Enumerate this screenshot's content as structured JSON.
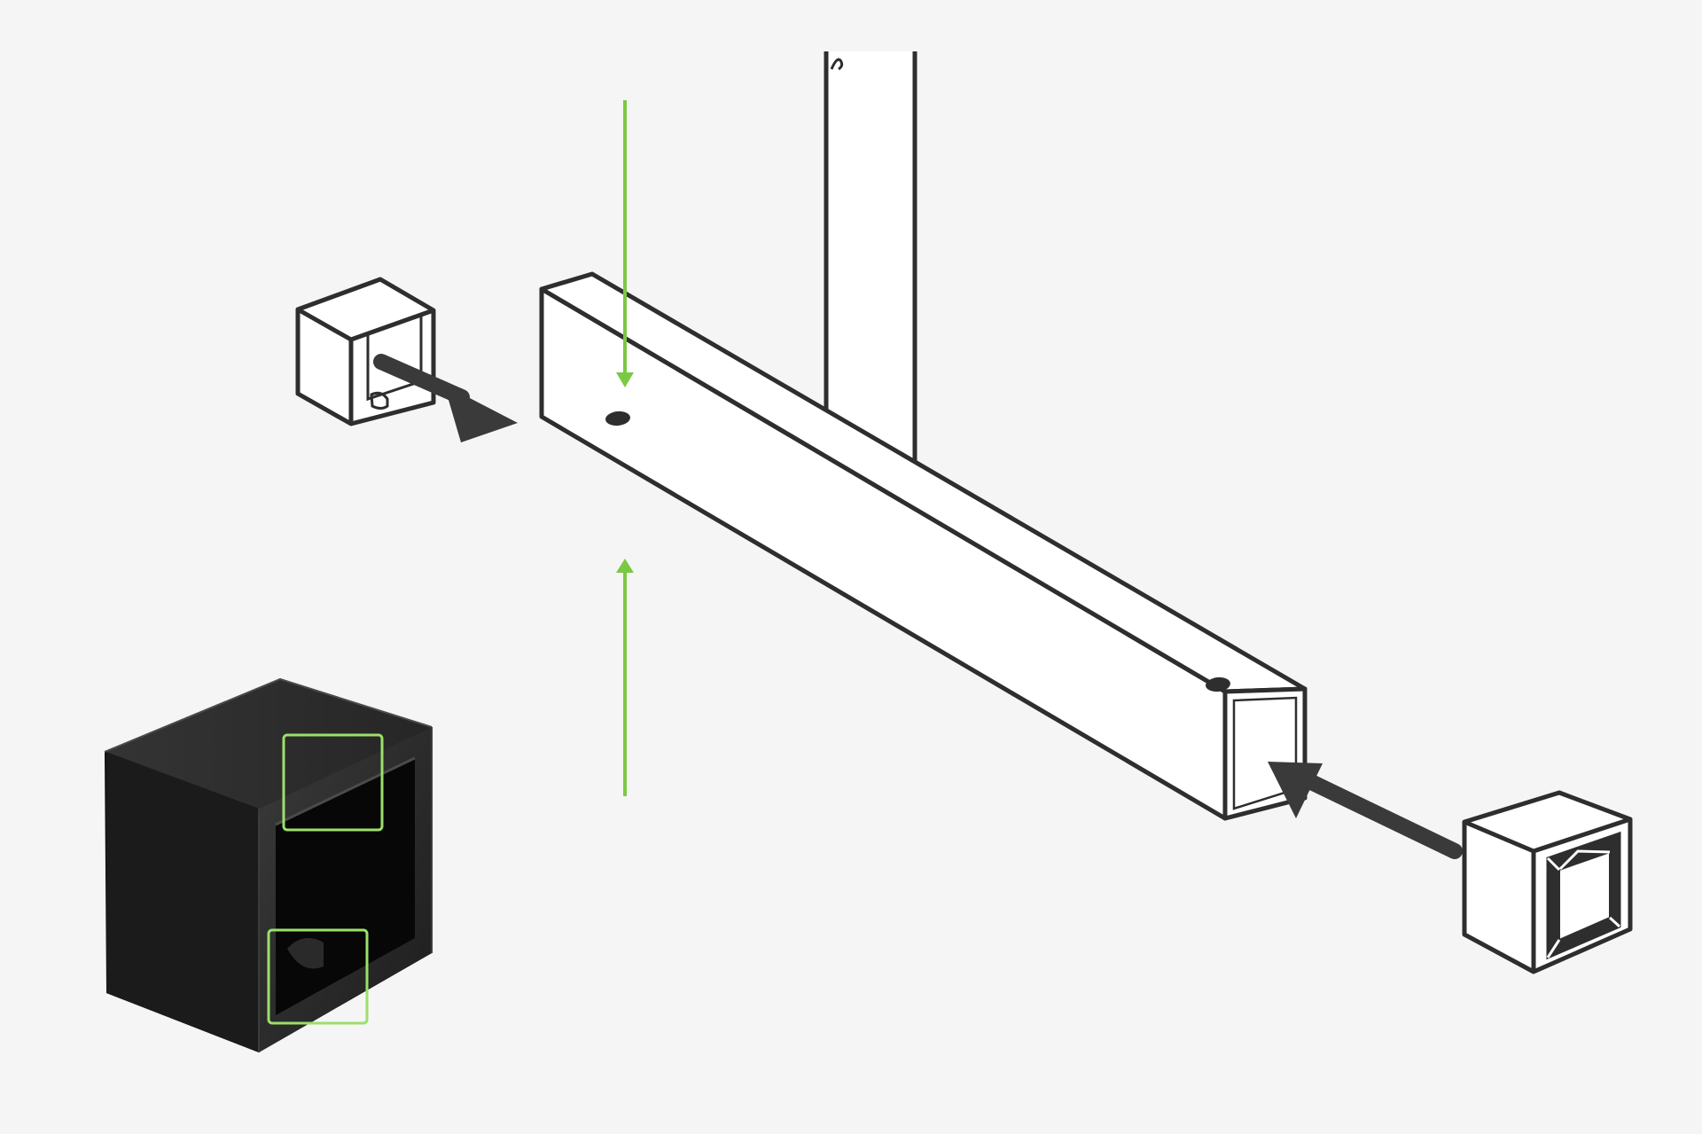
{
  "colors": {
    "background": "#f5f5f5",
    "line_art": "#2e2e2e",
    "line_art_fill": "#ffffff",
    "arrow": "#3a3a3a",
    "guide_green": "#7ac943",
    "highlight_green": "#9be06a",
    "cap_photo_dark": "#111111",
    "cap_photo_face": "#2d2d2d",
    "cap_photo_edge": "#404040"
  },
  "icons": {
    "left_end_cap": "square-end-cap-icon",
    "right_end_cap": "square-end-cap-icon",
    "insert_arrow": "arrow-right-icon",
    "guide_arrow_down": "arrow-down-icon",
    "guide_arrow_up": "arrow-up-icon",
    "detail_highlight": "focus-box-icon"
  },
  "diagram": {
    "parts": [
      "vertical-post",
      "horizontal-square-tube",
      "left-end-cap",
      "right-end-cap",
      "end-cap-detail-photo"
    ],
    "highlight_boxes": 2,
    "guide_arrows": 2,
    "insertion_arrows": 2
  }
}
